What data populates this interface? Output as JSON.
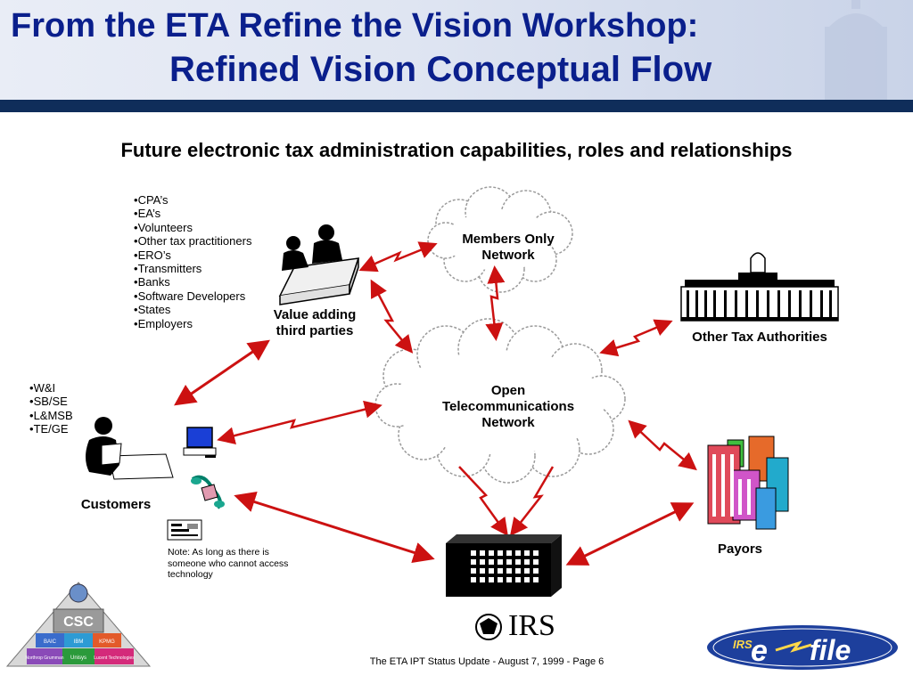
{
  "header": {
    "title_line1": "From the ETA Refine the Vision Workshop:",
    "title_line2": "Refined Vision Conceptual Flow"
  },
  "subtitle": "Future electronic tax administration capabilities, roles and relationships",
  "third_parties": {
    "items": [
      "CPA’s",
      "EA’s",
      "Volunteers",
      "Other tax practitioners",
      "ERO’s",
      "Transmitters",
      "Banks",
      "Software Developers",
      "States",
      "Employers"
    ],
    "label_line1": "Value adding",
    "label_line2": "third parties"
  },
  "members_network": {
    "line1": "Members Only",
    "line2": "Network"
  },
  "open_network": {
    "line1": "Open",
    "line2": "Telecommunications",
    "line3": "Network"
  },
  "other_tax": {
    "label": "Other Tax Authorities"
  },
  "customers": {
    "items": [
      "W&I",
      "SB/SE",
      "L&MSB",
      "TE/GE"
    ],
    "label": "Customers",
    "note": "Note: As long as there is someone who cannot access technology"
  },
  "payors": {
    "label": "Payors"
  },
  "irs": {
    "label": "IRS"
  },
  "logos": {
    "csc": "CSC",
    "partners": [
      "BAIC",
      "IBM",
      "KPMG",
      "Northrop Grumman",
      "Unisys",
      "Lucent Technologies"
    ],
    "efile_prefix": "IRS",
    "efile_e": "e",
    "efile_rest": "file"
  },
  "footer": "The ETA IPT Status Update - August 7, 1999 -  Page 6",
  "colors": {
    "title": "#0a1f8c",
    "header_band": "#0f2d5a",
    "arrow": "#cc1111",
    "efile_bg": "#1d3f9c"
  }
}
